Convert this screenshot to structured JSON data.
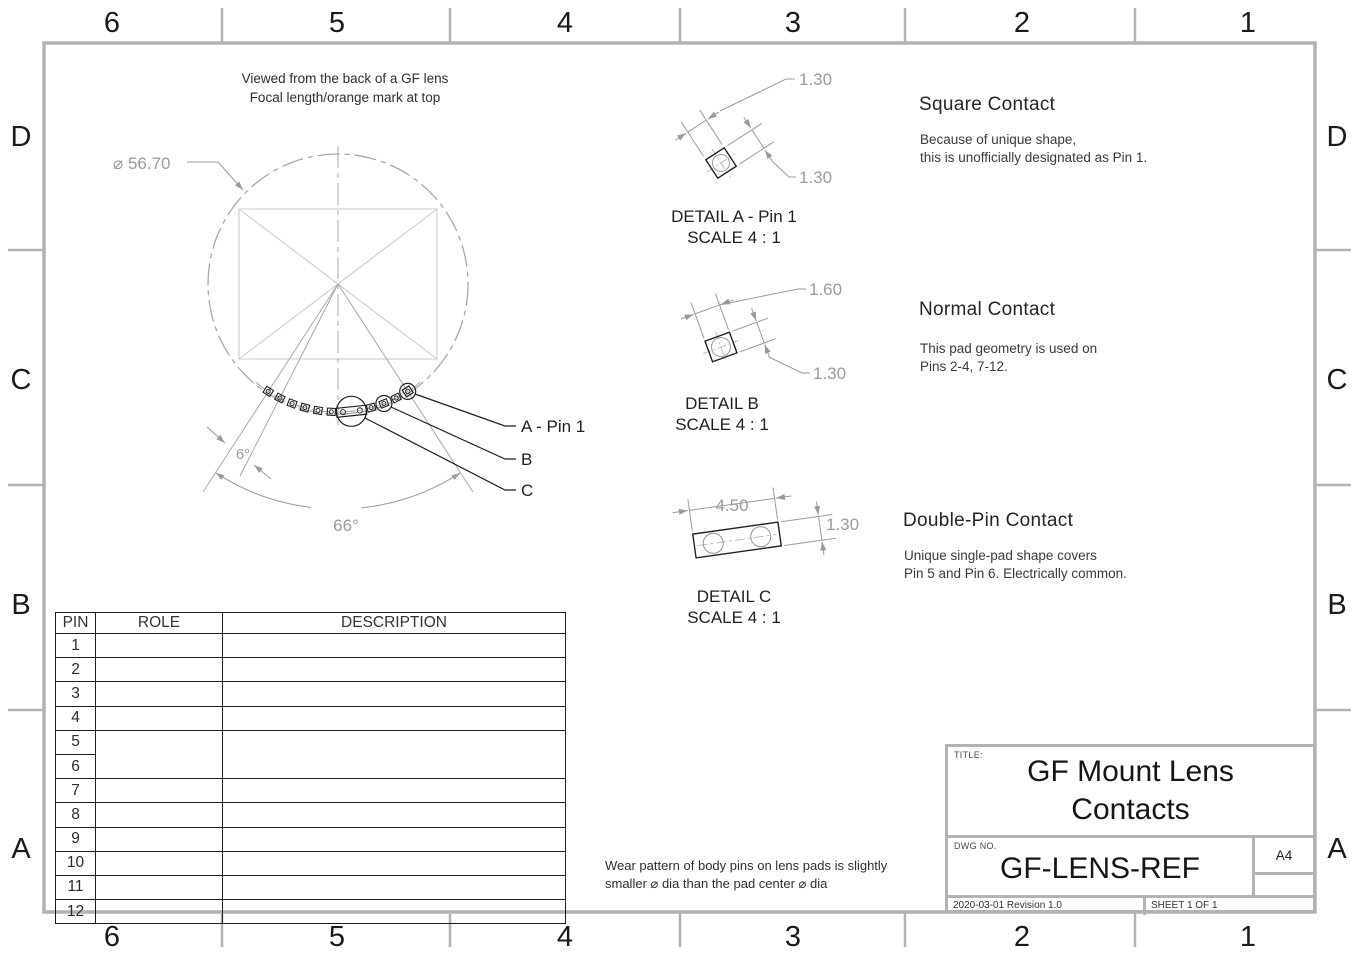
{
  "zones": {
    "top": [
      "6",
      "5",
      "4",
      "3",
      "2",
      "1"
    ],
    "bottom": [
      "6",
      "5",
      "4",
      "3",
      "2",
      "1"
    ],
    "left": [
      "D",
      "C",
      "B",
      "A"
    ],
    "right": [
      "D",
      "C",
      "B",
      "A"
    ]
  },
  "main_view": {
    "caption_line1": "Viewed from the back of a GF lens",
    "caption_line2": "Focal length/orange mark at top",
    "diameter": "⌀ 56.70",
    "angle_between_pins": "6°",
    "angle_total": "66°",
    "callout_a": "A - Pin 1",
    "callout_b": "B",
    "callout_c": "C"
  },
  "details": {
    "a": {
      "title": "DETAIL A - Pin 1",
      "scale": "SCALE 4 : 1",
      "dim1": "1.30",
      "dim2": "1.30"
    },
    "b": {
      "title": "DETAIL B",
      "scale": "SCALE 4 : 1",
      "dim1": "1.60",
      "dim2": "1.30"
    },
    "c": {
      "title": "DETAIL C",
      "scale": "SCALE 4 : 1",
      "dim1": "4.50",
      "dim2": "1.30"
    }
  },
  "sections": {
    "square": {
      "heading": "Square Contact",
      "body1": "Because of unique shape,",
      "body2": "this is unofficially designated as Pin 1."
    },
    "normal": {
      "heading": "Normal Contact",
      "body1": "This pad geometry is used on",
      "body2": "Pins 2-4, 7-12."
    },
    "double": {
      "heading": "Double-Pin Contact",
      "body1": "Unique single-pad shape covers",
      "body2": "Pin 5 and Pin 6. Electrically common."
    }
  },
  "pin_table": {
    "headers": [
      "PIN",
      "ROLE",
      "DESCRIPTION"
    ],
    "rows": [
      {
        "pin": "1",
        "role": "",
        "description": ""
      },
      {
        "pin": "2",
        "role": "",
        "description": ""
      },
      {
        "pin": "3",
        "role": "",
        "description": ""
      },
      {
        "pin": "4",
        "role": "",
        "description": ""
      },
      {
        "pin": "5",
        "role": "",
        "description": ""
      },
      {
        "pin": "6",
        "role": "",
        "description": ""
      },
      {
        "pin": "7",
        "role": "",
        "description": ""
      },
      {
        "pin": "8",
        "role": "",
        "description": ""
      },
      {
        "pin": "9",
        "role": "",
        "description": ""
      },
      {
        "pin": "10",
        "role": "",
        "description": ""
      },
      {
        "pin": "11",
        "role": "",
        "description": ""
      },
      {
        "pin": "12",
        "role": "",
        "description": ""
      }
    ]
  },
  "note": {
    "line1": "Wear pattern of body pins on lens pads is slightly",
    "line2": "smaller ⌀ dia than the pad center ⌀ dia"
  },
  "title_block": {
    "title_label": "TITLE:",
    "title_line1": "GF Mount Lens",
    "title_line2": "Contacts",
    "dwg_label": "DWG NO.",
    "dwg_no": "GF-LENS-REF",
    "size": "A4",
    "revision": "2020-03-01 Revision 1.0",
    "sheet": "SHEET 1 OF 1"
  },
  "colors": {
    "line_black": "#1f1f1f",
    "line_gray": "#9b9b9b",
    "line_light": "#c9c9c9",
    "border_gray": "#b3b3b3",
    "text_dark": "#2b2b2b",
    "text_dim": "#9b9b9b"
  }
}
